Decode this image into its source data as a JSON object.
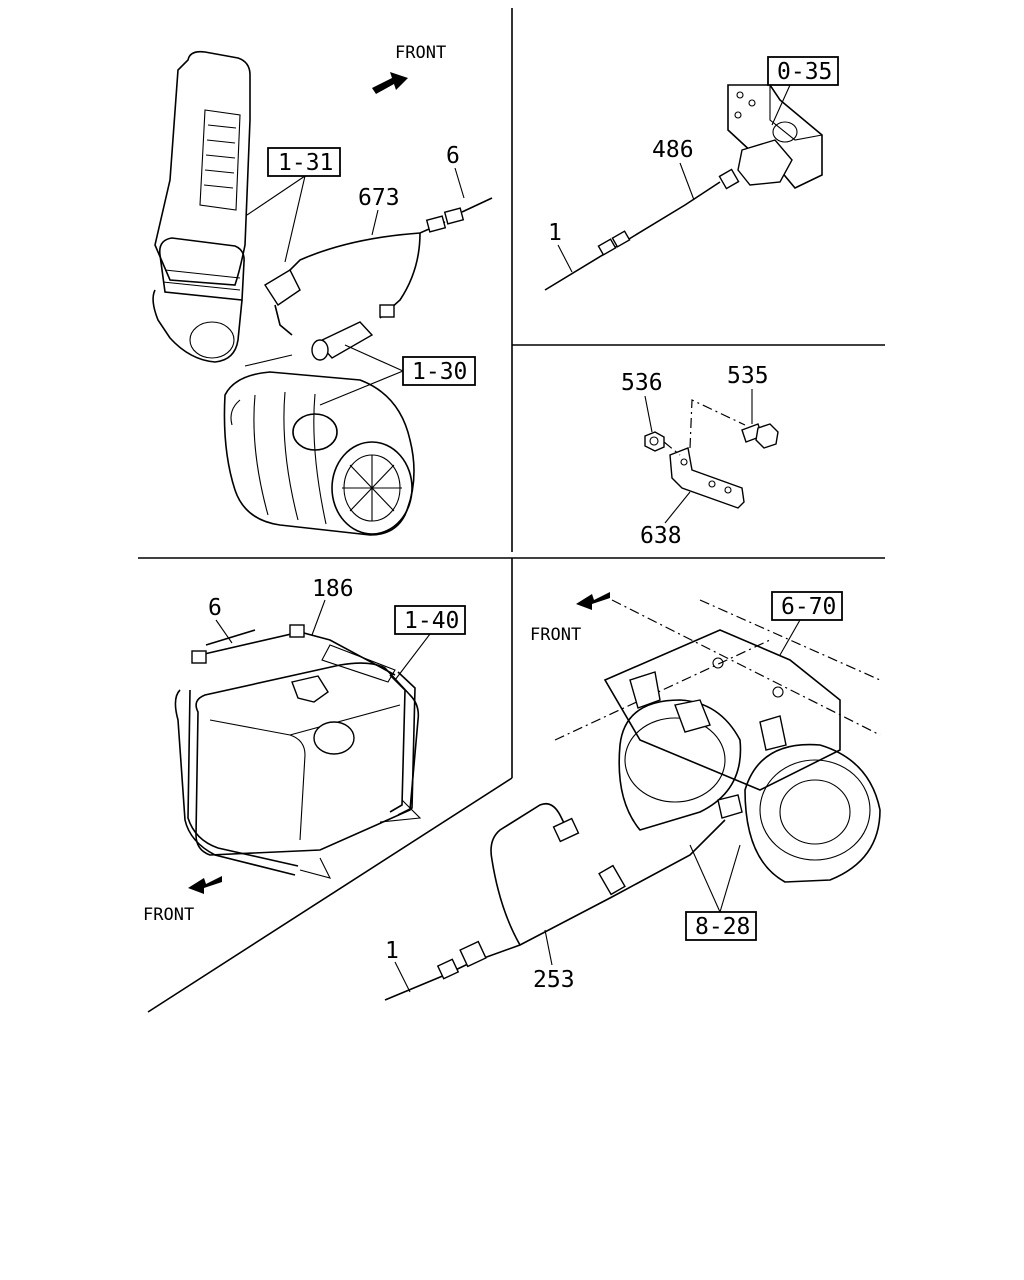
{
  "labels": {
    "front": "FRONT",
    "ref_1_31": "1-31",
    "ref_1_30": "1-30",
    "ref_0_35": "0-35",
    "ref_1_40": "1-40",
    "ref_6_70": "6-70",
    "ref_8_28": "8-28",
    "part_6": "6",
    "part_673": "673",
    "part_486": "486",
    "part_1": "1",
    "part_536": "536",
    "part_535": "535",
    "part_638": "638",
    "part_186": "186",
    "part_253": "253"
  }
}
